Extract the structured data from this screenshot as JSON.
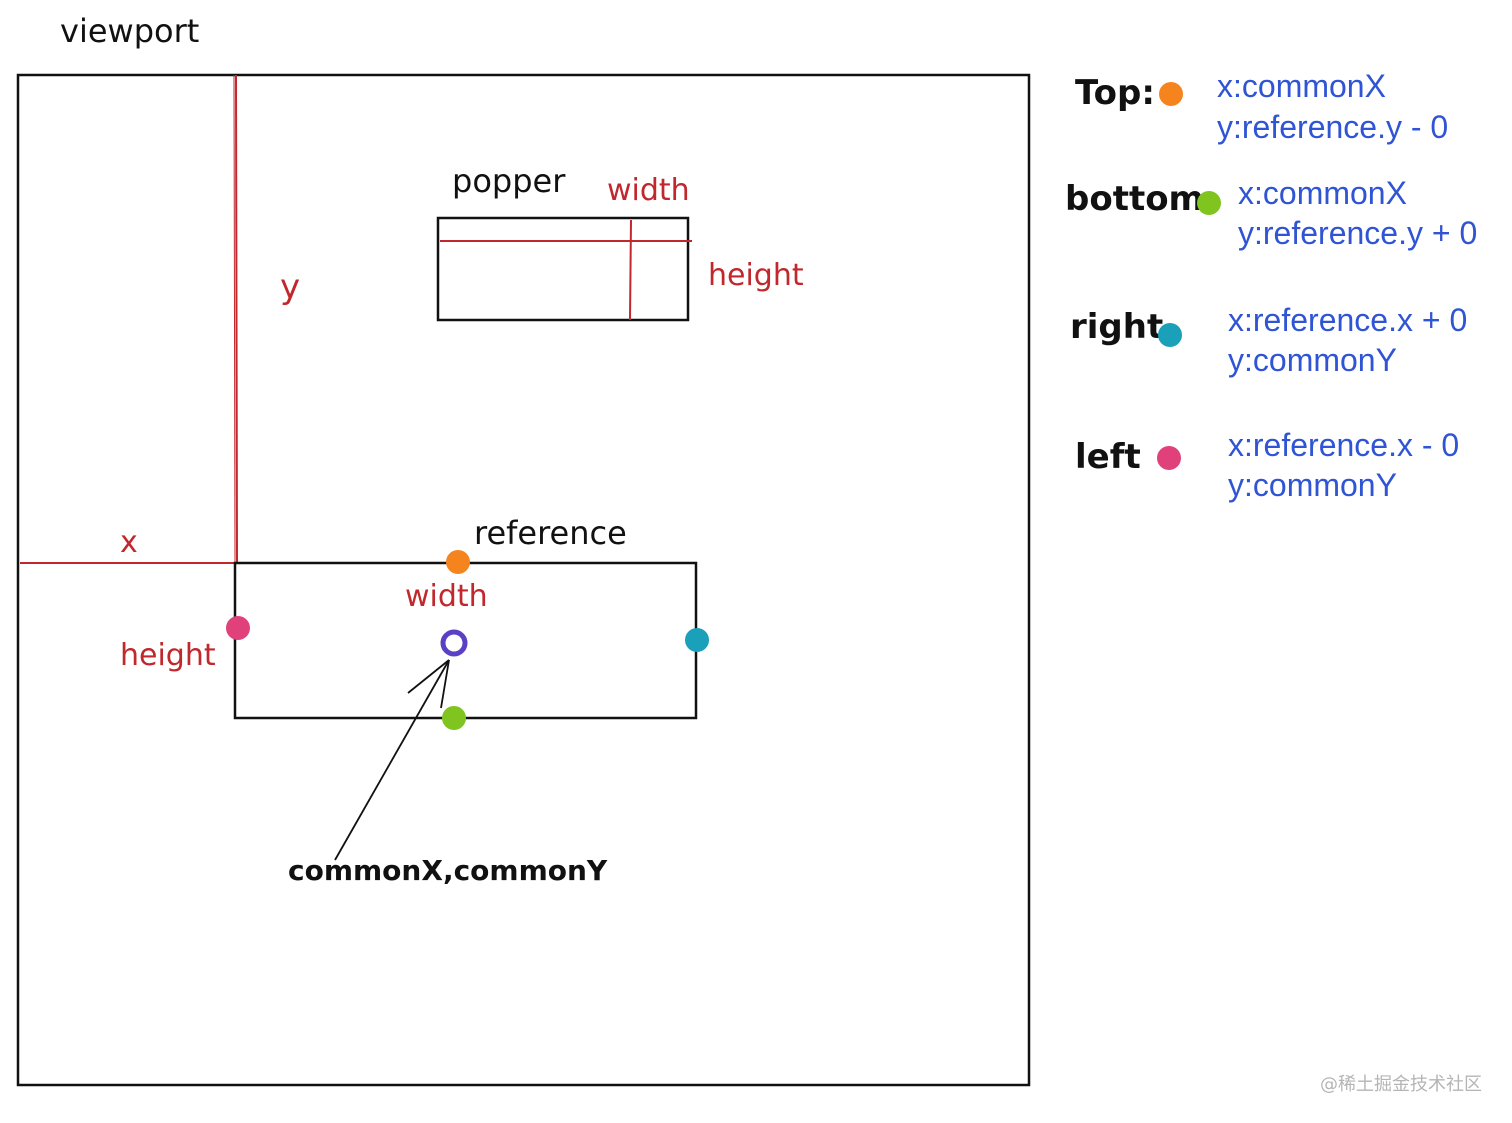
{
  "labels": {
    "viewport": "viewport",
    "popper": "popper",
    "popper_width": "width",
    "popper_height": "height",
    "y_axis": "y",
    "x_axis": "x",
    "reference": "reference",
    "reference_width": "width",
    "reference_height": "height",
    "common_point": "commonX,commonY"
  },
  "legend": [
    {
      "label": "Top:",
      "color": "#f5841f",
      "line1": "x:commonX",
      "line2": "y:reference.y - 0"
    },
    {
      "label": "bottom",
      "color": "#7fc41f",
      "line1": "x:commonX",
      "line2": "y:reference.y + 0"
    },
    {
      "label": "right",
      "color": "#1aa0b8",
      "line1": "x:reference.x + 0",
      "line2": "y:commonY"
    },
    {
      "label": "left",
      "color": "#e0417a",
      "line1": "x:reference.x - 0",
      "line2": "y:commonY"
    }
  ],
  "colors": {
    "top_dot": "#f5841f",
    "bottom_dot": "#7fc41f",
    "right_dot": "#1aa0b8",
    "left_dot": "#e0417a",
    "center_ring": "#5b3fc4",
    "dimension_lines": "#c0282d",
    "legend_text": "#2f54d4"
  },
  "watermark": "@稀土掘金技术社区"
}
